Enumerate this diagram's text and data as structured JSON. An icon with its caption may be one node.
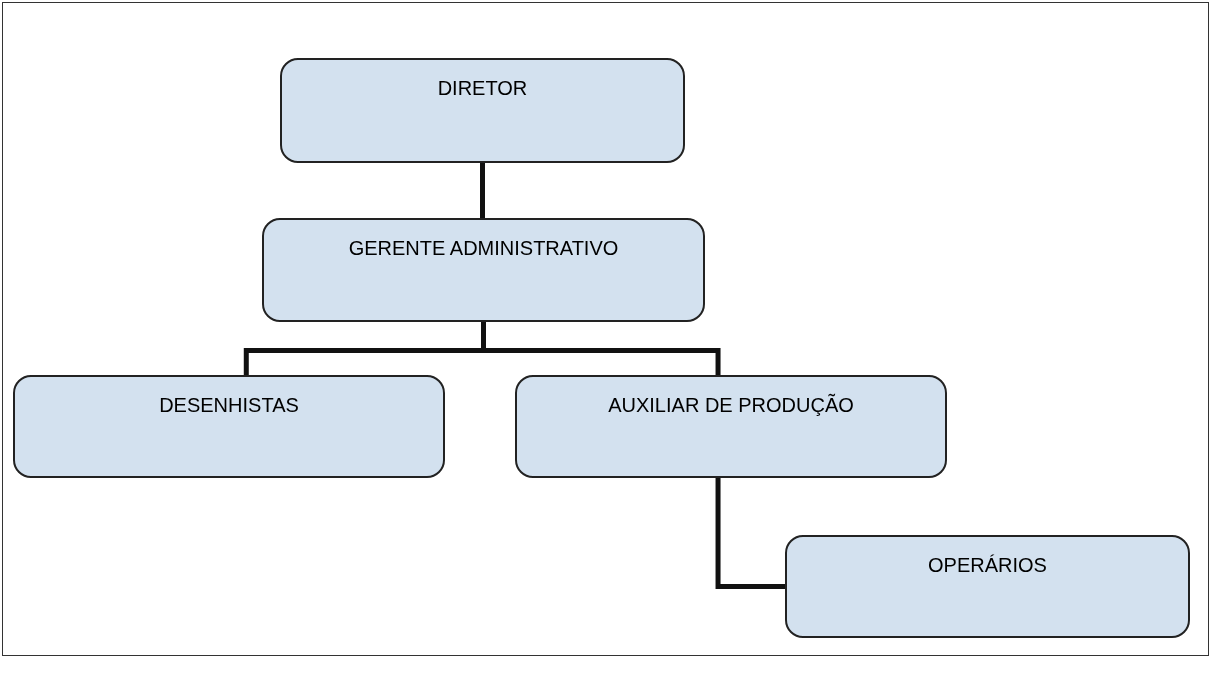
{
  "diagram": {
    "nodes": [
      {
        "text": [
          "DIRETOR"
        ]
      },
      {
        "text": [
          "GERENTE ADMINISTRATIVO"
        ]
      },
      {
        "text": [
          "DESENHISTAS"
        ]
      },
      {
        "text": [
          "AUXILIAR DE PRODUÇÃO"
        ]
      },
      {
        "text": [
          "OPERÁRIOS"
        ]
      }
    ],
    "edges": [
      {
        "from": 0,
        "to": 1,
        "arrow": "none"
      },
      {
        "from": 1,
        "to": 2,
        "arrow": "none"
      },
      {
        "from": 1,
        "to": 3,
        "arrow": "none"
      },
      {
        "from": 3,
        "to": 4,
        "arrow": "none"
      }
    ]
  }
}
